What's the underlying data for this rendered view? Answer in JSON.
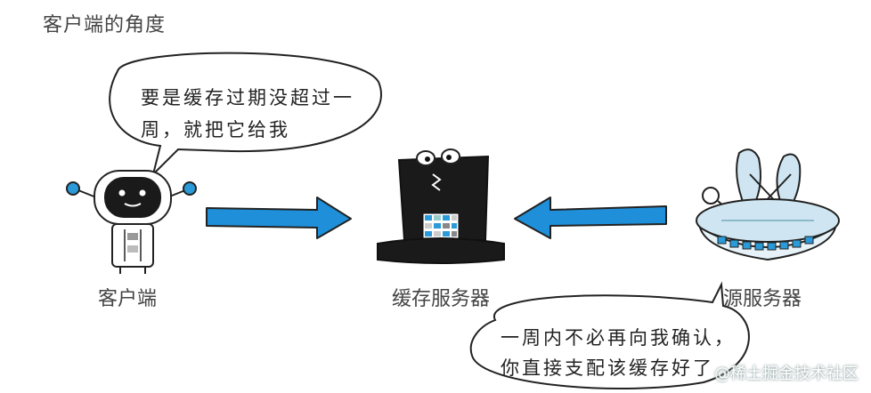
{
  "title": "客户端的角度",
  "client": {
    "label": "客户端",
    "speech_line1": "要是缓存过期没超过一",
    "speech_line2": "周，就把它给我"
  },
  "cache_server": {
    "label": "缓存服务器"
  },
  "origin_server": {
    "label": "源服务器",
    "speech_line1": "一周内不必再向我确认，",
    "speech_line2": "你直接支配该缓存好了"
  },
  "watermark": "@稀土掘金技术社区",
  "colors": {
    "arrow": "#1e8fd8",
    "ink": "#1a1a1a",
    "ufo_dome": "#cfe6f2",
    "ufo_accent": "#2a9ad8"
  }
}
